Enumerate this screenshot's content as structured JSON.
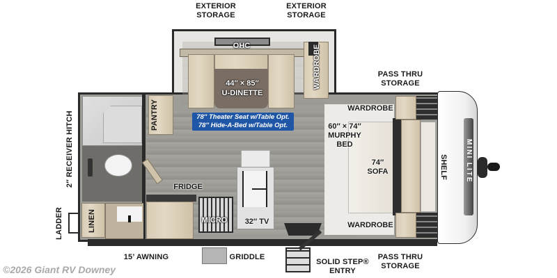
{
  "floorplan": {
    "labels": {
      "exterior_storage_1": [
        "EXTERIOR",
        "STORAGE"
      ],
      "exterior_storage_2": [
        "EXTERIOR",
        "STORAGE"
      ],
      "ohc": "OHC",
      "dinette_size": "44″ × 85″",
      "dinette_name": "U-DINETTE",
      "wardrobe_top": "WARDROBE",
      "pass_thru_top": [
        "PASS THRU",
        "STORAGE"
      ],
      "wardrobe_front": "WARDROBE",
      "murphy_bed": [
        "60″ × 74″",
        "MURPHY",
        "BED"
      ],
      "sofa": [
        "74″",
        "SOFA"
      ],
      "shelf": "SHELF",
      "wardrobe_bottom": "WARDROBE",
      "pass_thru_bottom": [
        "PASS THRU",
        "STORAGE"
      ],
      "solid_step": [
        "SOLID STEP®",
        "ENTRY"
      ],
      "griddle": "GRIDDLE",
      "awning": "15’ AWNING",
      "ladder": "LADDER",
      "receiver_hitch": "2″ RECEIVER HITCH",
      "pantry": "PANTRY",
      "fridge": "FRIDGE",
      "micro": "MICRO",
      "tv": "32″ TV",
      "linen": "LINEN",
      "brand": "MINI LITE"
    },
    "option_note": {
      "line1": "78″ Theater Seat w/Table Opt.",
      "line2": "78″ Hide-A-Bed w/Table Opt.",
      "bg_color": "#1f56a6"
    },
    "watermark": "©2026 Giant RV Downey"
  }
}
